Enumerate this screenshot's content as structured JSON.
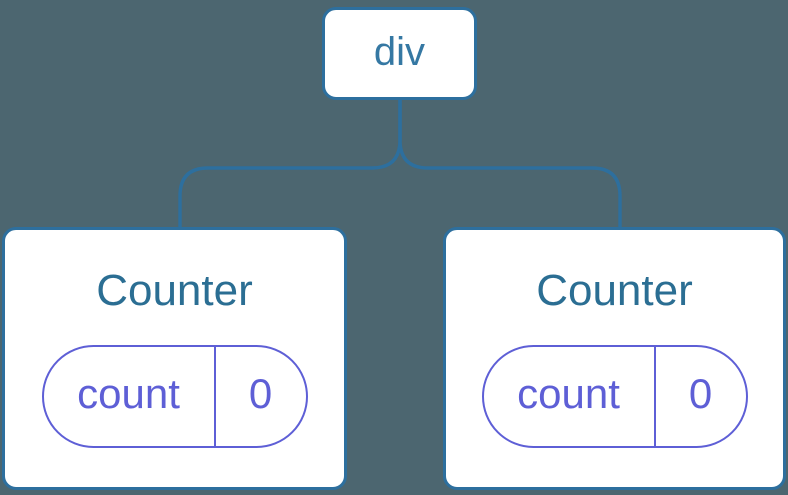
{
  "diagram": {
    "type": "component-tree",
    "background_color": "#4C6670",
    "node_fill": "#FFFFFF",
    "blue_accent": "#2D6F9E",
    "purple_accent": "#5E5FD6",
    "root": {
      "label": "div"
    },
    "children": [
      {
        "title": "Counter",
        "state": {
          "key": "count",
          "value": "0"
        }
      },
      {
        "title": "Counter",
        "state": {
          "key": "count",
          "value": "0"
        }
      }
    ]
  }
}
